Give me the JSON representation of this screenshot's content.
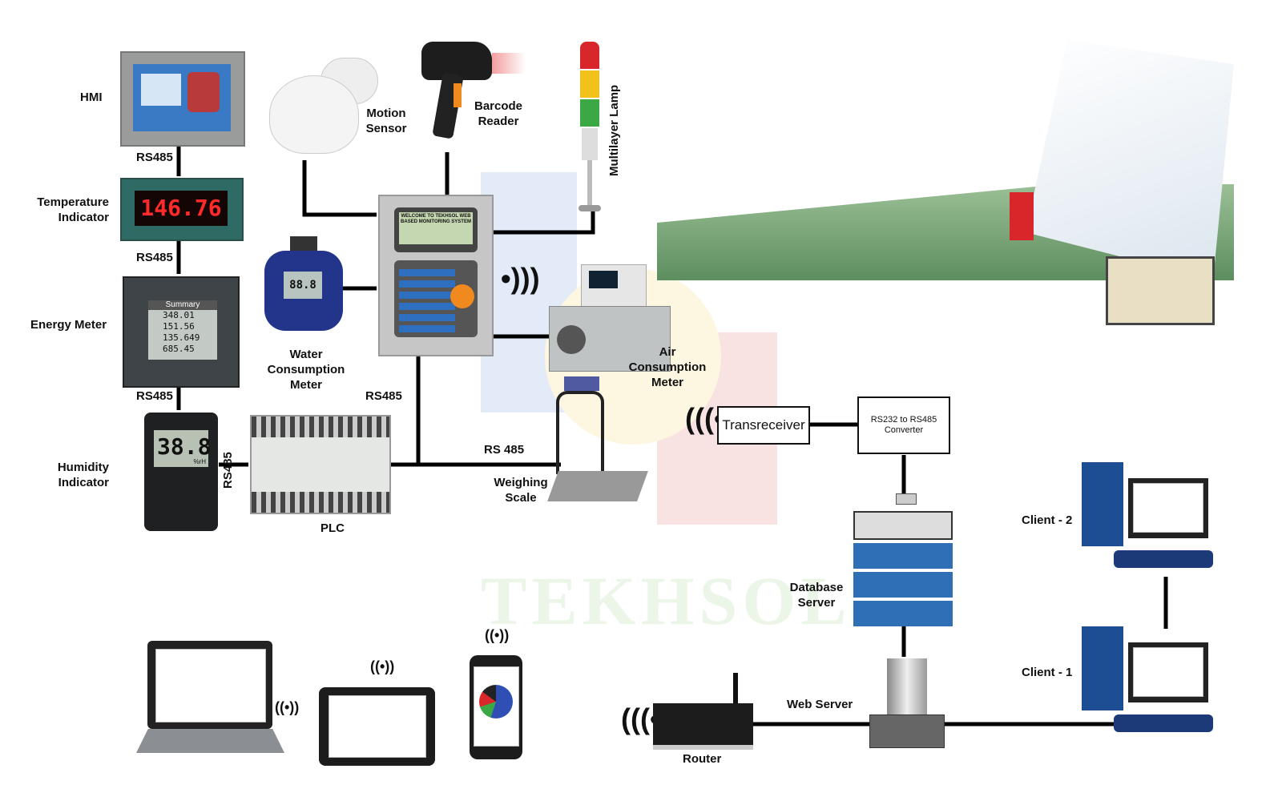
{
  "watermark": "TEKHSOL",
  "devices": {
    "hmi": "HMI",
    "temperature_indicator": "Temperature Indicator",
    "temperature_reading": "146.76",
    "energy_meter": "Energy Meter",
    "energy_readings": [
      "348.01",
      "151.56",
      "135.649",
      "685.45"
    ],
    "energy_title": "Summary",
    "humidity_indicator": "Humidity Indicator",
    "humidity_reading": "38.8",
    "humidity_unit": "%rH",
    "plc": "PLC",
    "motion_sensor": "Motion Sensor",
    "barcode_reader": "Barcode Reader",
    "multilayer_lamp": "Multilayer Lamp",
    "water_meter": "Water Consumption Meter",
    "water_reading": "88.8",
    "air_meter": "Air Consumption Meter",
    "weighing_scale": "Weighing Scale",
    "controller_screen": "WELCOME TO TEKHSOL WEB BASED MONITORING SYSTEM",
    "transreceiver": "Transreceiver",
    "converter": "RS232 to RS485 Converter",
    "database_server": "Database Server",
    "web_server": "Web Server",
    "router": "Router",
    "client_1": "Client - 1",
    "client_2": "Client - 2"
  },
  "links": {
    "rs485_hmi": "RS485",
    "rs485_temp": "RS485",
    "rs485_energy": "RS485",
    "rs485_humidity": "RS485",
    "rs485_controller": "RS485",
    "rs485_scale": "RS 485"
  },
  "colors": {
    "lamp_red": "#d9262b",
    "lamp_yellow": "#f2c21a",
    "lamp_green": "#3aa845",
    "server_blue": "#2f6fb5",
    "machine_green": "#6aa96f"
  }
}
